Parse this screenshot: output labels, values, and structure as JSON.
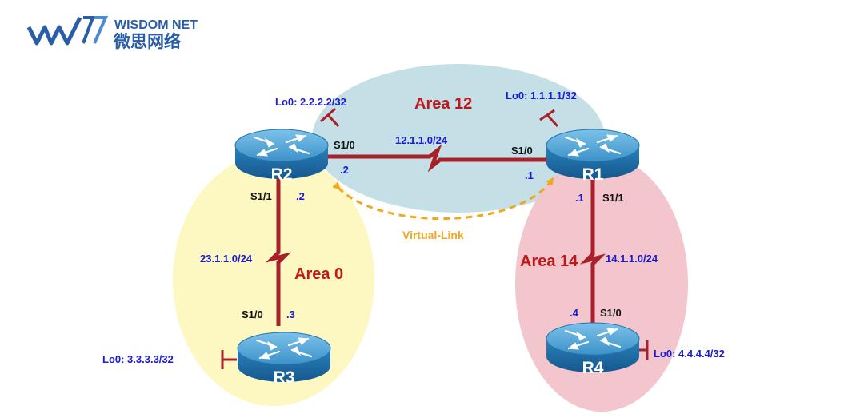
{
  "brand": {
    "name": "WISDOM NET",
    "name_cn": "微思网络",
    "logo_icon": "wisdom-net-logo-icon"
  },
  "areas": [
    {
      "id": "area12",
      "label": "Area 12",
      "color": "#c4dfe6"
    },
    {
      "id": "area0",
      "label": "Area 0",
      "color": "#fdf8c2"
    },
    {
      "id": "area14",
      "label": "Area 14",
      "color": "#f2c6cc"
    }
  ],
  "routers": [
    {
      "id": "R1",
      "name": "R1",
      "icon": "router-icon"
    },
    {
      "id": "R2",
      "name": "R2",
      "icon": "router-icon"
    },
    {
      "id": "R3",
      "name": "R3",
      "icon": "router-icon"
    },
    {
      "id": "R4",
      "name": "R4",
      "icon": "router-icon"
    }
  ],
  "loopbacks": {
    "R1": "Lo0: 1.1.1.1/32",
    "R2": "Lo0: 2.2.2.2/32",
    "R3": "Lo0: 3.3.3.3/32",
    "R4": "Lo0: 4.4.4.4/32"
  },
  "links": [
    {
      "id": "r2_r1",
      "network": "12.1.1.0/24",
      "a": {
        "router": "R2",
        "iface": "S1/0",
        "host": ".2"
      },
      "b": {
        "router": "R1",
        "iface": "S1/0",
        "host": ".1"
      }
    },
    {
      "id": "r2_r3",
      "network": "23.1.1.0/24",
      "a": {
        "router": "R2",
        "iface": "S1/1",
        "host": ".2"
      },
      "b": {
        "router": "R3",
        "iface": "S1/0",
        "host": ".3"
      }
    },
    {
      "id": "r1_r4",
      "network": "14.1.1.0/24",
      "a": {
        "router": "R1",
        "iface": "S1/1",
        "host": ".1"
      },
      "b": {
        "router": "R4",
        "iface": "S1/0",
        "host": ".4"
      }
    }
  ],
  "virtual_link": {
    "label": "Virtual-Link",
    "color": "#f0a81c"
  },
  "colors": {
    "link": "#a8202a",
    "router_top": "#4ca3d6",
    "router_body": "#1f6fa8",
    "label_blue": "#1a1ad6"
  }
}
